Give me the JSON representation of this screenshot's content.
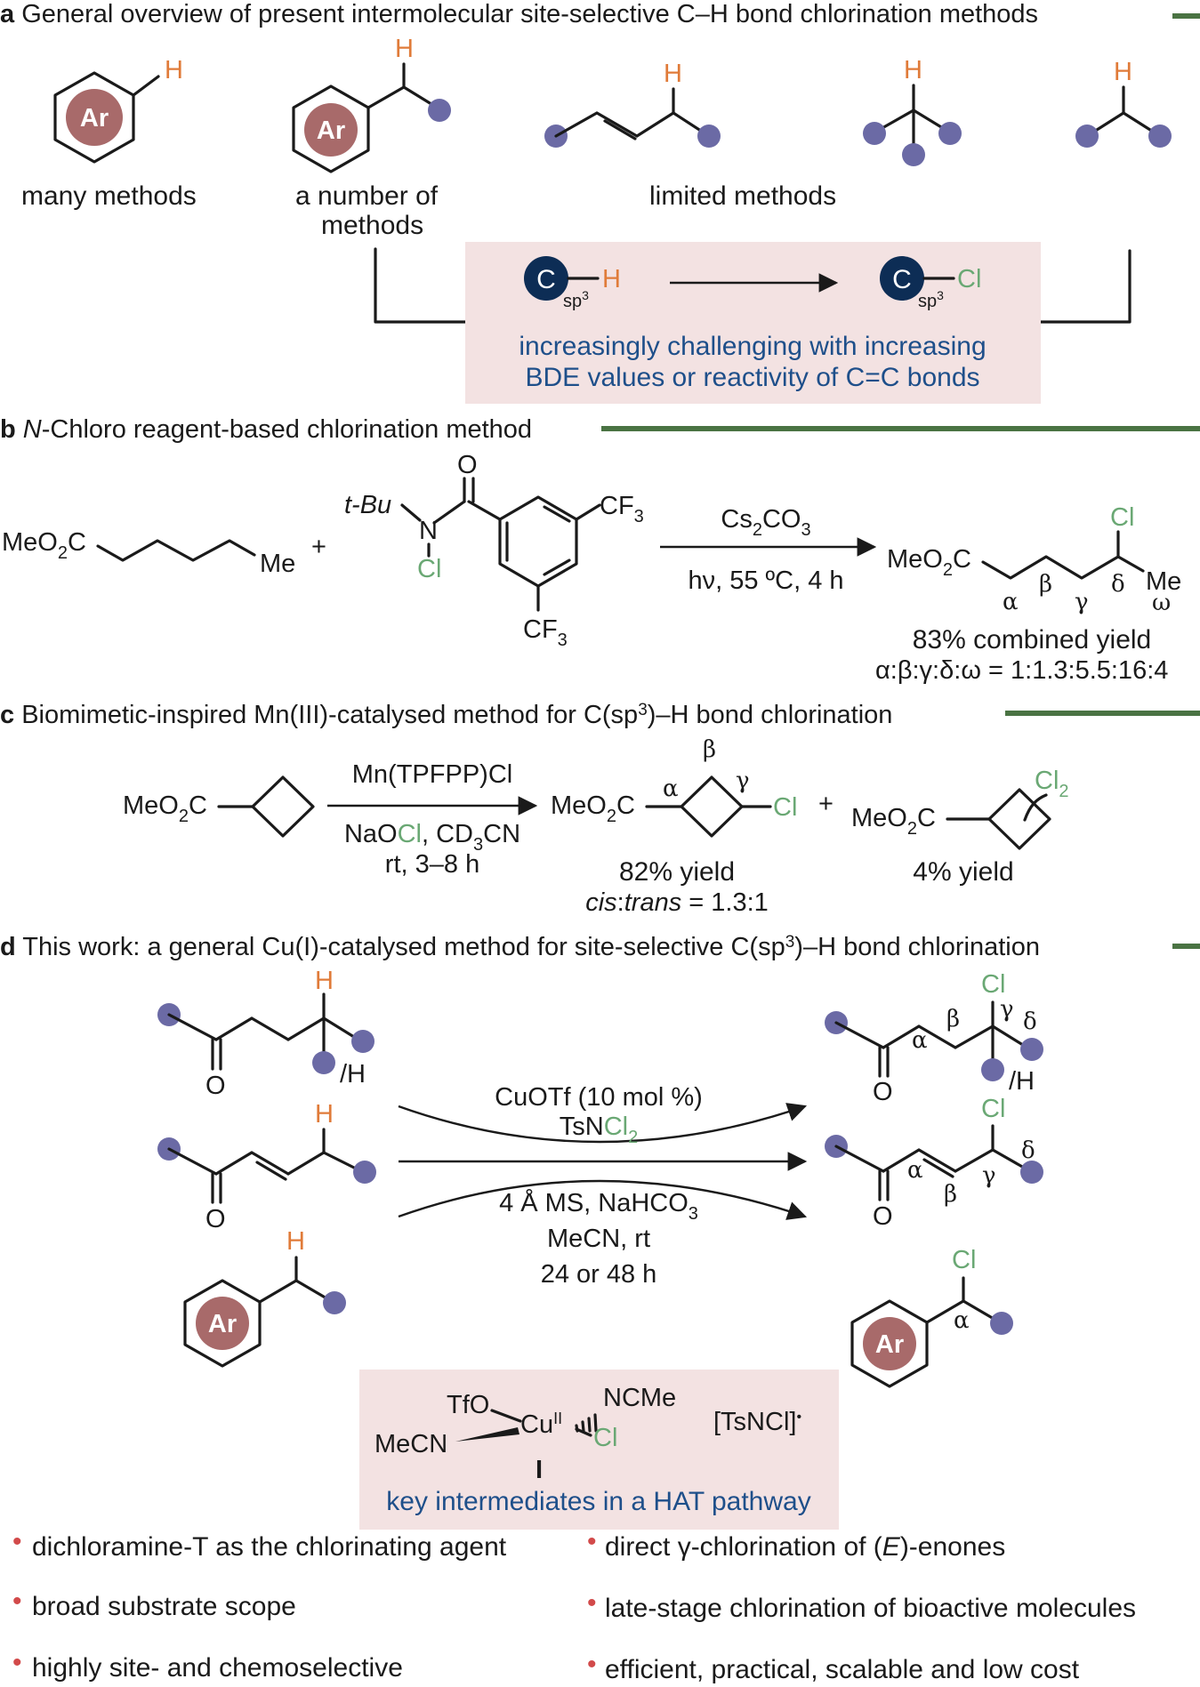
{
  "panel_a": {
    "letter": "a",
    "title": "General overview of present intermolecular site-selective C–H bond chlorination methods",
    "ar": "Ar",
    "h": "H",
    "label_many": "many methods",
    "label_number_1": "a number of",
    "label_number_2": "methods",
    "label_limited": "limited methods",
    "c_atom": "C",
    "sp3": "sp",
    "sp3_sup": "3",
    "cl": "Cl",
    "challenge_1": "increasingly challenging with increasing",
    "challenge_2": "BDE values or reactivity of C=C bonds"
  },
  "panel_b": {
    "letter": "b",
    "title_italic": "N",
    "title_rest": "-Chloro reagent-based chlorination method",
    "meo2c": "MeO",
    "sub2": "2",
    "c": "C",
    "me": "Me",
    "plus": "+",
    "tbu": "t-Bu",
    "n": "N",
    "o": "O",
    "cl": "Cl",
    "cf3_a": "CF",
    "cf3_sub": "3",
    "reagent_top_a": "Cs",
    "reagent_top_sub1": "2",
    "reagent_top_b": "CO",
    "reagent_top_sub2": "3",
    "conditions": "hν, 55 ºC, 4 h",
    "alpha": "α",
    "beta": "β",
    "gamma": "γ",
    "delta": "δ",
    "omega": "ω",
    "yield": "83% combined yield",
    "ratio": "α:β:γ:δ:ω = 1:1.3:5.5:16:4"
  },
  "panel_c": {
    "letter": "c",
    "title": "Biomimetic-inspired Mn(III)-catalysed method for C(sp",
    "title_sup": "3",
    "title_end": ")–H bond chlorination",
    "catalyst": "Mn(TPFPP)Cl",
    "cond_a": "NaO",
    "cond_cl": "Cl",
    "cond_b": ", CD",
    "cond_sub": "3",
    "cond_c": "CN",
    "cond2": "rt, 3–8 h",
    "yield1": "82% yield",
    "cis": "cis",
    "colon": ":",
    "trans": "trans",
    "ratio_rest": " = 1.3:1",
    "cl2": "Cl",
    "cl2_sub": "2",
    "yield2": "4% yield"
  },
  "panel_d": {
    "letter": "d",
    "title": "This work: a general Cu(I)-catalysed method for site-selective C(sp",
    "title_sup": "3",
    "title_end": ")–H bond chlorination",
    "o": "O",
    "slash_h": "/H",
    "cat": "CuOTf (10 mol %)",
    "reag_a": "TsN",
    "reag_cl": "Cl",
    "reag_sub": "2",
    "cond1_a": "4 Å MS, NaHCO",
    "cond1_sub": "3",
    "cond2": "MeCN, rt",
    "cond3": "24 or 48 h",
    "tfo": "TfO",
    "cu": "Cu",
    "cu_sup": "II",
    "ncme": "NCMe",
    "mecn": "MeCN",
    "radical": "[TsNCl]",
    "radical_sup": "•",
    "numeral": "I",
    "key": "key intermediates in a HAT pathway",
    "bullet_mark": "•",
    "bullets_left": [
      "dichloramine-T as the chlorinating agent",
      "broad substrate scope",
      "highly site- and chemoselective"
    ],
    "bullet_r1_a": "direct γ-chlorination of (",
    "bullet_r1_e": "E",
    "bullet_r1_b": ")-enones",
    "bullets_right_rest": [
      "late-stage chlorination of bioactive molecules",
      "efficient, practical, scalable and low cost"
    ]
  }
}
